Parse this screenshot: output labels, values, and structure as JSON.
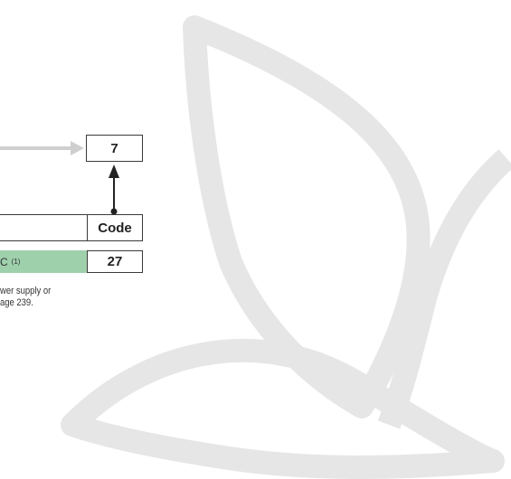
{
  "diagram": {
    "result_value": "7",
    "code_header": "Code",
    "green_cell_text": "C",
    "green_cell_note": "(1)",
    "code_value": "27",
    "footnote_line1": "wer supply or",
    "footnote_line2": "age 239."
  },
  "colors": {
    "green_cell": "#9fd0ac",
    "arrow_gray": "#cfcfcf",
    "watermark": "#e6e6e6"
  }
}
